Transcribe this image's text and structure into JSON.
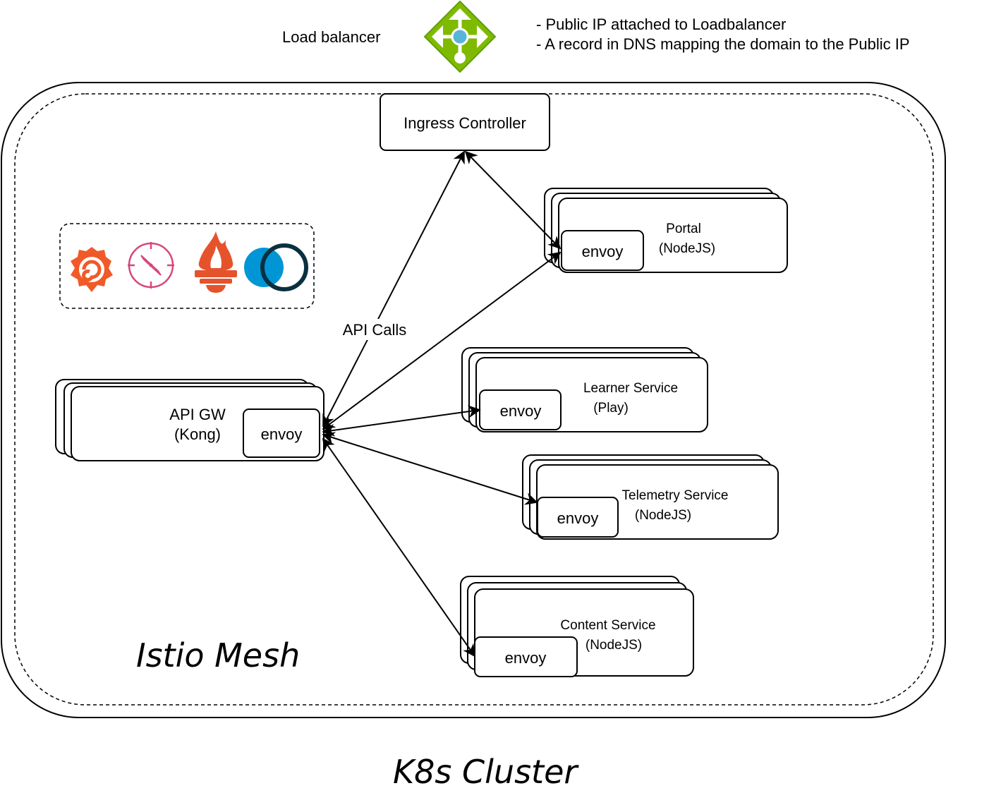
{
  "load_balancer": {
    "label": "Load balancer",
    "notes": [
      "- Public IP attached to Loadbalancer",
      "- A record in DNS mapping the domain to the Public IP"
    ],
    "icon": "load-balancer-icon",
    "colors": {
      "green": "#7fba00",
      "green_dark": "#5e9e0b",
      "blue": "#59b4d9"
    }
  },
  "ingress": {
    "label": "Ingress Controller"
  },
  "api_calls_label": "API Calls",
  "api_gw": {
    "name": "API GW",
    "sub": "(Kong)",
    "envoy": "envoy"
  },
  "services": [
    {
      "name": "Portal",
      "sub": "(NodeJS)",
      "envoy": "envoy"
    },
    {
      "name": "Learner Service",
      "sub": "(Play)",
      "envoy": "envoy"
    },
    {
      "name": "Telemetry Service",
      "sub": "(NodeJS)",
      "envoy": "envoy"
    },
    {
      "name": "Content Service",
      "sub": "(NodeJS)",
      "envoy": "envoy"
    }
  ],
  "observability_icons": [
    "grafana-icon",
    "kiali-icon",
    "prometheus-icon",
    "jaeger-icon"
  ],
  "mesh_label": "Istio Mesh",
  "cluster_label": "K8s Cluster",
  "colors": {
    "orange": "#f05a28",
    "pink": "#d7477d",
    "blue": "#0096d6",
    "navy": "#0b3040"
  }
}
